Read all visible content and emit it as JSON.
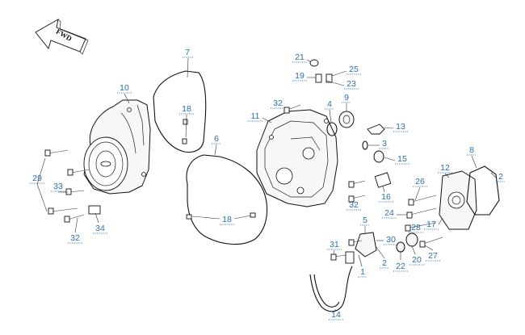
{
  "fwd_label": "FWD",
  "callouts": [
    {
      "id": "7",
      "label": "7"
    },
    {
      "id": "10",
      "label": "10"
    },
    {
      "id": "18a",
      "label": "18"
    },
    {
      "id": "6",
      "label": "6"
    },
    {
      "id": "29",
      "label": "29"
    },
    {
      "id": "33",
      "label": "33"
    },
    {
      "id": "32a",
      "label": "32"
    },
    {
      "id": "34",
      "label": "34"
    },
    {
      "id": "18b",
      "label": "18"
    },
    {
      "id": "21",
      "label": "21"
    },
    {
      "id": "19",
      "label": "19"
    },
    {
      "id": "25",
      "label": "25"
    },
    {
      "id": "23",
      "label": "23"
    },
    {
      "id": "32b",
      "label": "32"
    },
    {
      "id": "4",
      "label": "4"
    },
    {
      "id": "9",
      "label": "9"
    },
    {
      "id": "11",
      "label": "11"
    },
    {
      "id": "13",
      "label": "13"
    },
    {
      "id": "3",
      "label": "3"
    },
    {
      "id": "15",
      "label": "15"
    },
    {
      "id": "16",
      "label": "16"
    },
    {
      "id": "32c",
      "label": "32"
    },
    {
      "id": "8",
      "label": "8"
    },
    {
      "id": "12",
      "label": "12"
    },
    {
      "id": "2a",
      "label": "2"
    },
    {
      "id": "26",
      "label": "26"
    },
    {
      "id": "24",
      "label": "24"
    },
    {
      "id": "17",
      "label": "17"
    },
    {
      "id": "5",
      "label": "5"
    },
    {
      "id": "28",
      "label": "28"
    },
    {
      "id": "30",
      "label": "30"
    },
    {
      "id": "31",
      "label": "31"
    },
    {
      "id": "2b",
      "label": "2"
    },
    {
      "id": "20",
      "label": "20"
    },
    {
      "id": "27",
      "label": "27"
    },
    {
      "id": "22",
      "label": "22"
    },
    {
      "id": "1",
      "label": "1"
    },
    {
      "id": "14",
      "label": "14"
    }
  ]
}
